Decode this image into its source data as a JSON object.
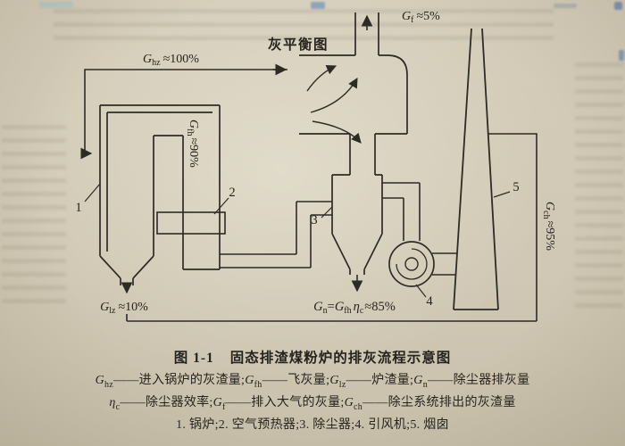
{
  "colors": {
    "paper": "#d2cab6",
    "ink": "#2e2b25",
    "scan_mark_blue": "#3f6cb0",
    "scan_mark_cyan": "#8fc4cf"
  },
  "diagram": {
    "labels": {
      "ghz": {
        "v": "G",
        "s": "hz",
        "t": "≈100%"
      },
      "balance_title": "灰平衡图",
      "gf": {
        "v": "G",
        "s": "f",
        "t": "≈5%"
      },
      "gfh": {
        "v": "G",
        "s": "fh",
        "t": "≈90%"
      },
      "glz": {
        "v": "G",
        "s": "lz",
        "t": "≈10%"
      },
      "gch": {
        "v": "G",
        "s": "ch",
        "t": "≈95%"
      },
      "formula": {
        "v1": "G",
        "s1": "n",
        "t1": "=",
        "v2": "G",
        "s2": "fh",
        "v3": "η",
        "s3": "c",
        "t2": "≈85%"
      }
    },
    "numbers": {
      "boiler": "1",
      "preheater": "2",
      "collector": "3",
      "fan": "4",
      "chimney": "5"
    }
  },
  "caption": {
    "fig_no": "图 1-1",
    "title": "固态排渣煤粉炉的排灰流程示意图",
    "line1": [
      {
        "v": "G",
        "s": "hz"
      },
      {
        "t": "——进入锅炉的灰渣量;"
      },
      {
        "v": "G",
        "s": "fh"
      },
      {
        "t": "——飞灰量;"
      },
      {
        "v": "G",
        "s": "lz"
      },
      {
        "t": "——炉渣量;"
      },
      {
        "v": "G",
        "s": "n"
      },
      {
        "t": "——除尘器排灰量"
      }
    ],
    "line2": [
      {
        "v": "η",
        "s": "c"
      },
      {
        "t": "——除尘器效率;"
      },
      {
        "v": "G",
        "s": "f"
      },
      {
        "t": "——排入大气的灰量;"
      },
      {
        "v": "G",
        "s": "ch"
      },
      {
        "t": "——除尘系统排出的灰渣量"
      }
    ],
    "line3": [
      {
        "t": "1. 锅炉;2. 空气预热器;3. 除尘器;4. 引风机;5. 烟囱"
      }
    ]
  }
}
